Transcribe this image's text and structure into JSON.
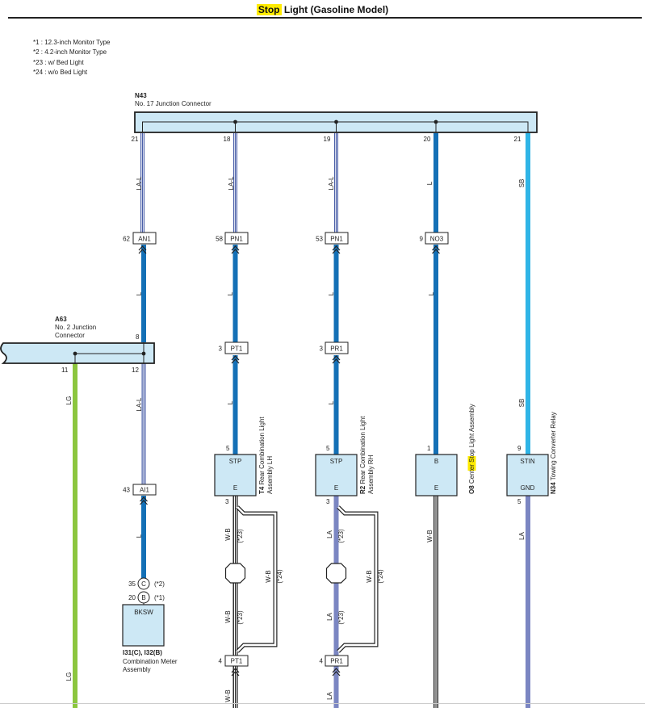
{
  "title": {
    "highlight": "Stop",
    "rest": "Light (Gasoline Model)"
  },
  "notes": [
    "*1 : 12.3-inch Monitor Type",
    "*2 : 4.2-inch Monitor Type",
    "*23 : w/ Bed Light",
    "*24 : w/o Bed Light"
  ],
  "connectors": {
    "n43": {
      "id": "N43",
      "name": "No. 17 Junction Connector",
      "pins": [
        "21",
        "18",
        "19",
        "20",
        "21"
      ]
    },
    "a63": {
      "id": "A63",
      "name_line1": "No. 2 Junction",
      "name_line2": "Connector",
      "pin_top": "8",
      "pin_left": "11",
      "pin_right": "12"
    },
    "an1": {
      "pin": "62",
      "code": "AN1"
    },
    "pn1_lh": {
      "pin": "58",
      "code": "PN1"
    },
    "pn1_rh": {
      "pin": "53",
      "code": "PN1"
    },
    "no3": {
      "pin": "9",
      "code": "NO3"
    },
    "pt1_top": {
      "pin": "3",
      "code": "PT1"
    },
    "pr1_top": {
      "pin": "3",
      "code": "PR1"
    },
    "ai1": {
      "pin": "43",
      "code": "AI1"
    },
    "pt1_bottom": {
      "pin": "4",
      "code": "PT1"
    },
    "pr1_bottom": {
      "pin": "4",
      "code": "PR1"
    }
  },
  "wire_codes": [
    "LA-L",
    "LA-L",
    "LA-L",
    "L",
    "SB",
    "L",
    "L",
    "L",
    "L",
    "LG",
    "LA-L",
    "L",
    "L",
    "SB",
    "L",
    "W-B",
    "LA",
    "W-B",
    "LA",
    "W-B",
    "W-B",
    "W-B",
    "LA",
    "LG",
    "W-B",
    "LA"
  ],
  "variant_notes": [
    "(*23)",
    "(*24)",
    "(*23)",
    "(*23)",
    "(*24)",
    "(*23)"
  ],
  "components": {
    "t4": {
      "id": "T4",
      "name_line1": "Rear Combination Light",
      "name_line2": "Assembly LH",
      "pin_top": "5",
      "term_top": "STP",
      "term_bottom": "E",
      "pin_bottom": "3"
    },
    "r2": {
      "id": "R2",
      "name_line1": "Rear Combination Light",
      "name_line2": "Assembly RH",
      "pin_top": "5",
      "term_top": "STP",
      "term_bottom": "E",
      "pin_bottom": "3"
    },
    "o8": {
      "id": "O8",
      "name_pre": "Center ",
      "name_highlight": "Stop",
      "name_post": " Light Assembly",
      "pin_top": "1",
      "term_top": "B",
      "term_bottom": "E"
    },
    "n34": {
      "id": "N34",
      "name": "Towing Converter Relay",
      "pin_top": "9",
      "term_top": "STIN",
      "term_bottom": "GND",
      "pin_bottom": "5"
    },
    "meter": {
      "id": "I31(C), I32(B)",
      "name_line1": "Combination Meter",
      "name_line2": "Assembly",
      "pin_c_num": "35",
      "pin_c_label": "C",
      "pin_c_note": "(*2)",
      "pin_b_num": "20",
      "pin_b_label": "B",
      "pin_b_note": "(*1)",
      "term": "BKSW"
    }
  },
  "colors": {
    "wire_blue": "#1470b6",
    "wire_light_blue": "#2fb4e6",
    "wire_green": "#8cc63f",
    "wire_lavender": "#7b86c2",
    "connector_fill": "#cde8f5",
    "highlight": "#ffeb00"
  }
}
